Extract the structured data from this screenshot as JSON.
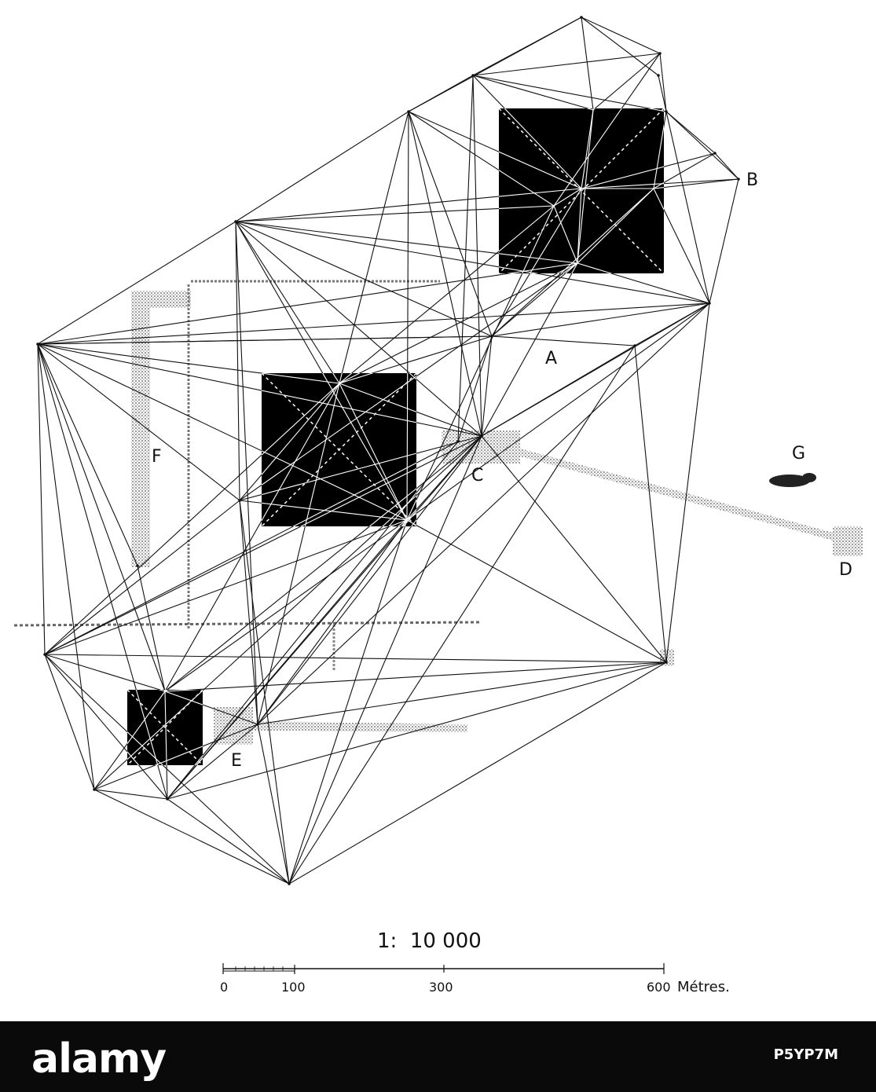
{
  "map": {
    "labels": {
      "a": "A",
      "b": "B",
      "c": "C",
      "d": "D",
      "e": "E",
      "f": "F",
      "g": "G"
    },
    "scale": {
      "ratio": "1:  10 000",
      "tick_0": "0",
      "tick_100": "100",
      "tick_300": "300",
      "tick_600": "600",
      "unit": "Métres."
    },
    "colors": {
      "ink": "#111111",
      "pyramid": "#000000",
      "stipple": "#8a8a8a",
      "background": "#ffffff"
    }
  },
  "watermark": {
    "logo": "alamy",
    "image_id": "P5YP7M"
  }
}
